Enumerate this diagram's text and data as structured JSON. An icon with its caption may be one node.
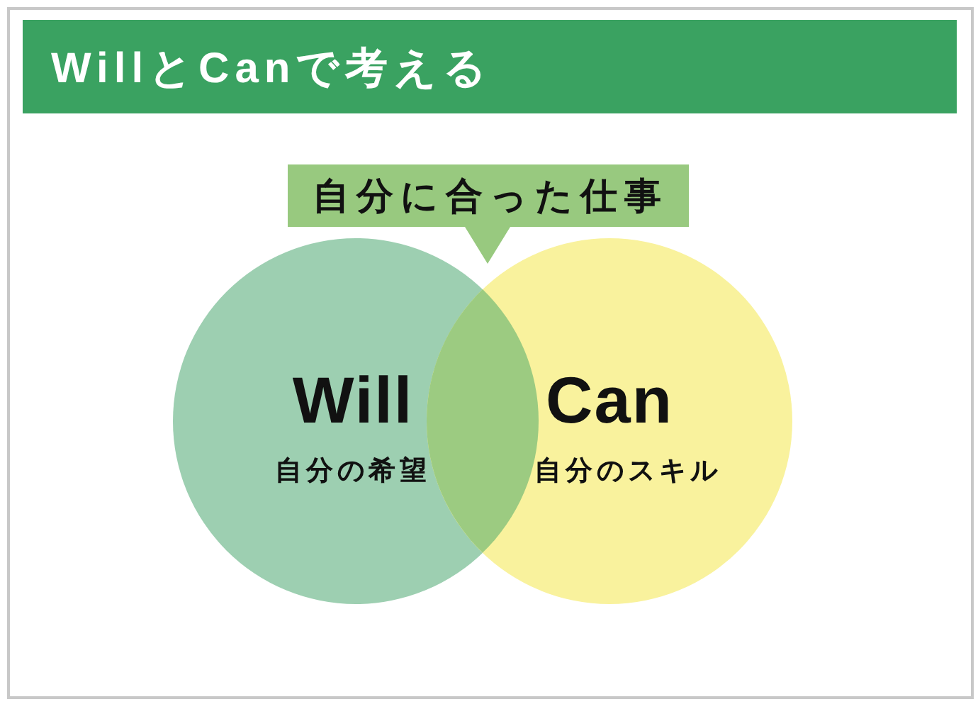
{
  "diagram": {
    "title": "WillとCanで考える",
    "nodes": [
      {
        "text": [
          "自分に合った仕事"
        ]
      },
      {
        "text": [
          "Will",
          "自分の希望"
        ]
      },
      {
        "text": [
          "Can",
          "自分のスキル"
        ]
      },
      {
        "text": [],
        "shape": "lens"
      }
    ]
  }
}
